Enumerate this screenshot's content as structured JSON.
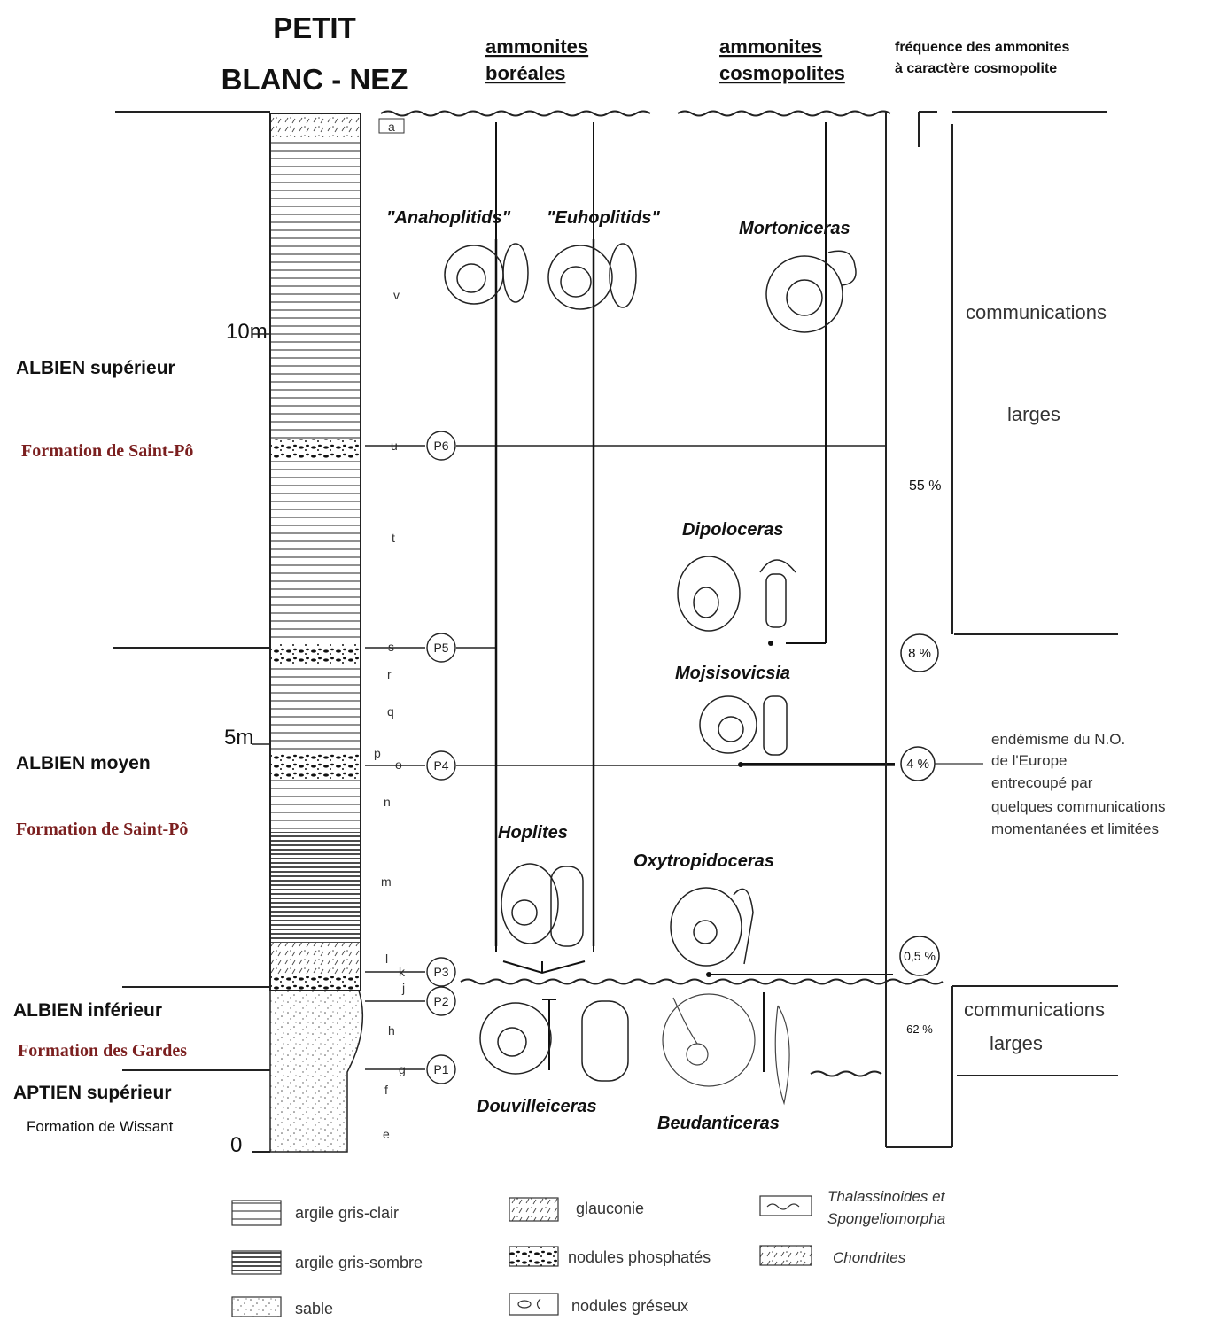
{
  "title": {
    "line1": "PETIT",
    "line2": "BLANC - NEZ"
  },
  "column_headers": {
    "boreal": {
      "line1": "ammonites",
      "line2": "boréales"
    },
    "cosmopolitan": {
      "line1": "ammonites",
      "line2": "cosmopolites"
    },
    "frequency": {
      "line1": "fréquence des ammonites",
      "line2": "à caractère cosmopolite"
    }
  },
  "scale": {
    "m10": "10m",
    "m5": "5m",
    "m0": "0"
  },
  "stages": {
    "albien_sup": "ALBIEN supérieur",
    "albien_moyen": "ALBIEN moyen",
    "albien_inf": "ALBIEN inférieur",
    "aptien_sup": "APTIEN supérieur"
  },
  "formations": {
    "saint_po_1": "Formation de Saint-Pô",
    "saint_po_2": "Formation de Saint-Pô",
    "gardes": "Formation des Gardes",
    "wissant": "Formation de Wissant"
  },
  "bed_letters": [
    "a",
    "v",
    "u",
    "t",
    "s",
    "r",
    "q",
    "p",
    "o",
    "n",
    "m",
    "l",
    "k",
    "j",
    "h",
    "g",
    "f",
    "e"
  ],
  "phosphate_levels": [
    "P6",
    "P5",
    "P4",
    "P3",
    "P2",
    "P1"
  ],
  "taxa": {
    "anahoplitids": "\"Anahoplitids\"",
    "euhoplitids": "\"Euhoplitids\"",
    "mortoniceras": "Mortoniceras",
    "dipoloceras": "Dipoloceras",
    "mojsisovicsia": "Mojsisovicsia",
    "hoplites": "Hoplites",
    "oxytropidoceras": "Oxytropidoceras",
    "douvilleiceras": "Douvilleiceras",
    "beudanticeras": "Beudanticeras"
  },
  "frequencies": {
    "f55": "55 %",
    "f8": "8 %",
    "f4": "4 %",
    "f05": "0,5 %",
    "f62": "62 %"
  },
  "communications": {
    "upper_1": "communications",
    "upper_2": "larges",
    "middle": [
      "endémisme du N.O.",
      "de l'Europe",
      "entrecoupé par",
      "quelques communications",
      "momentanées et limitées"
    ],
    "lower_1": "communications",
    "lower_2": "larges"
  },
  "legend": {
    "argile_clair": "argile gris-clair",
    "argile_sombre": "argile gris-sombre",
    "sable": "sable",
    "glauconie": "glauconie",
    "nodules_phos": "nodules phosphatés",
    "nodules_gres": "nodules gréseux",
    "thalassinoides_1": "Thalassinoides et",
    "thalassinoides_2": "Spongeliomorpha",
    "chondrites": "Chondrites"
  },
  "colors": {
    "ink": "#1a1a1a",
    "formation_red": "#7b1f1f",
    "gray": "#8a8a8a"
  }
}
